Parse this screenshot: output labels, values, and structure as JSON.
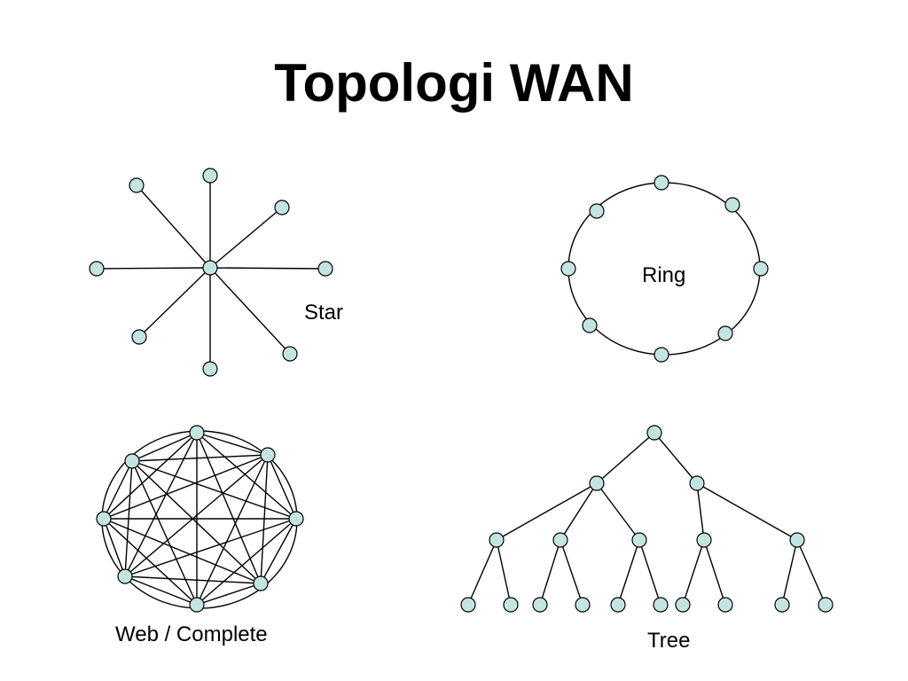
{
  "title": "Topologi WAN",
  "colors": {
    "node_fill": "#c4e4e2",
    "line": "#000000",
    "background": "#ffffff"
  },
  "topologies": {
    "star": {
      "label": "Star"
    },
    "ring": {
      "label": "Ring"
    },
    "web": {
      "label": "Web / Complete"
    },
    "tree": {
      "label": "Tree"
    }
  }
}
